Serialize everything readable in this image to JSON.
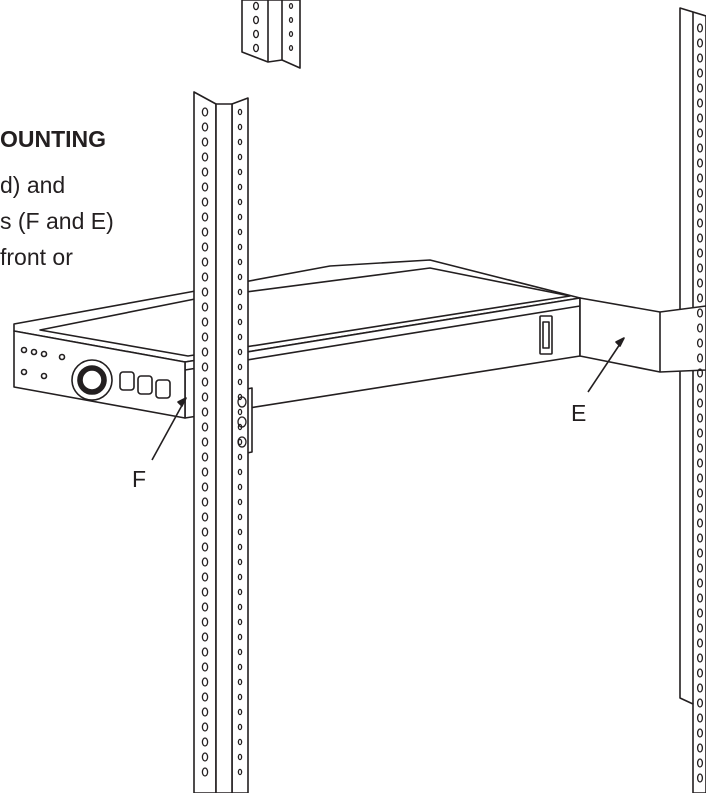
{
  "heading": "OUNTING",
  "body_lines": [
    "d) and",
    "s (F and E)",
    "front or"
  ],
  "callouts": {
    "e": "E",
    "f": "F"
  },
  "colors": {
    "ink": "#231f20",
    "background": "#ffffff"
  }
}
